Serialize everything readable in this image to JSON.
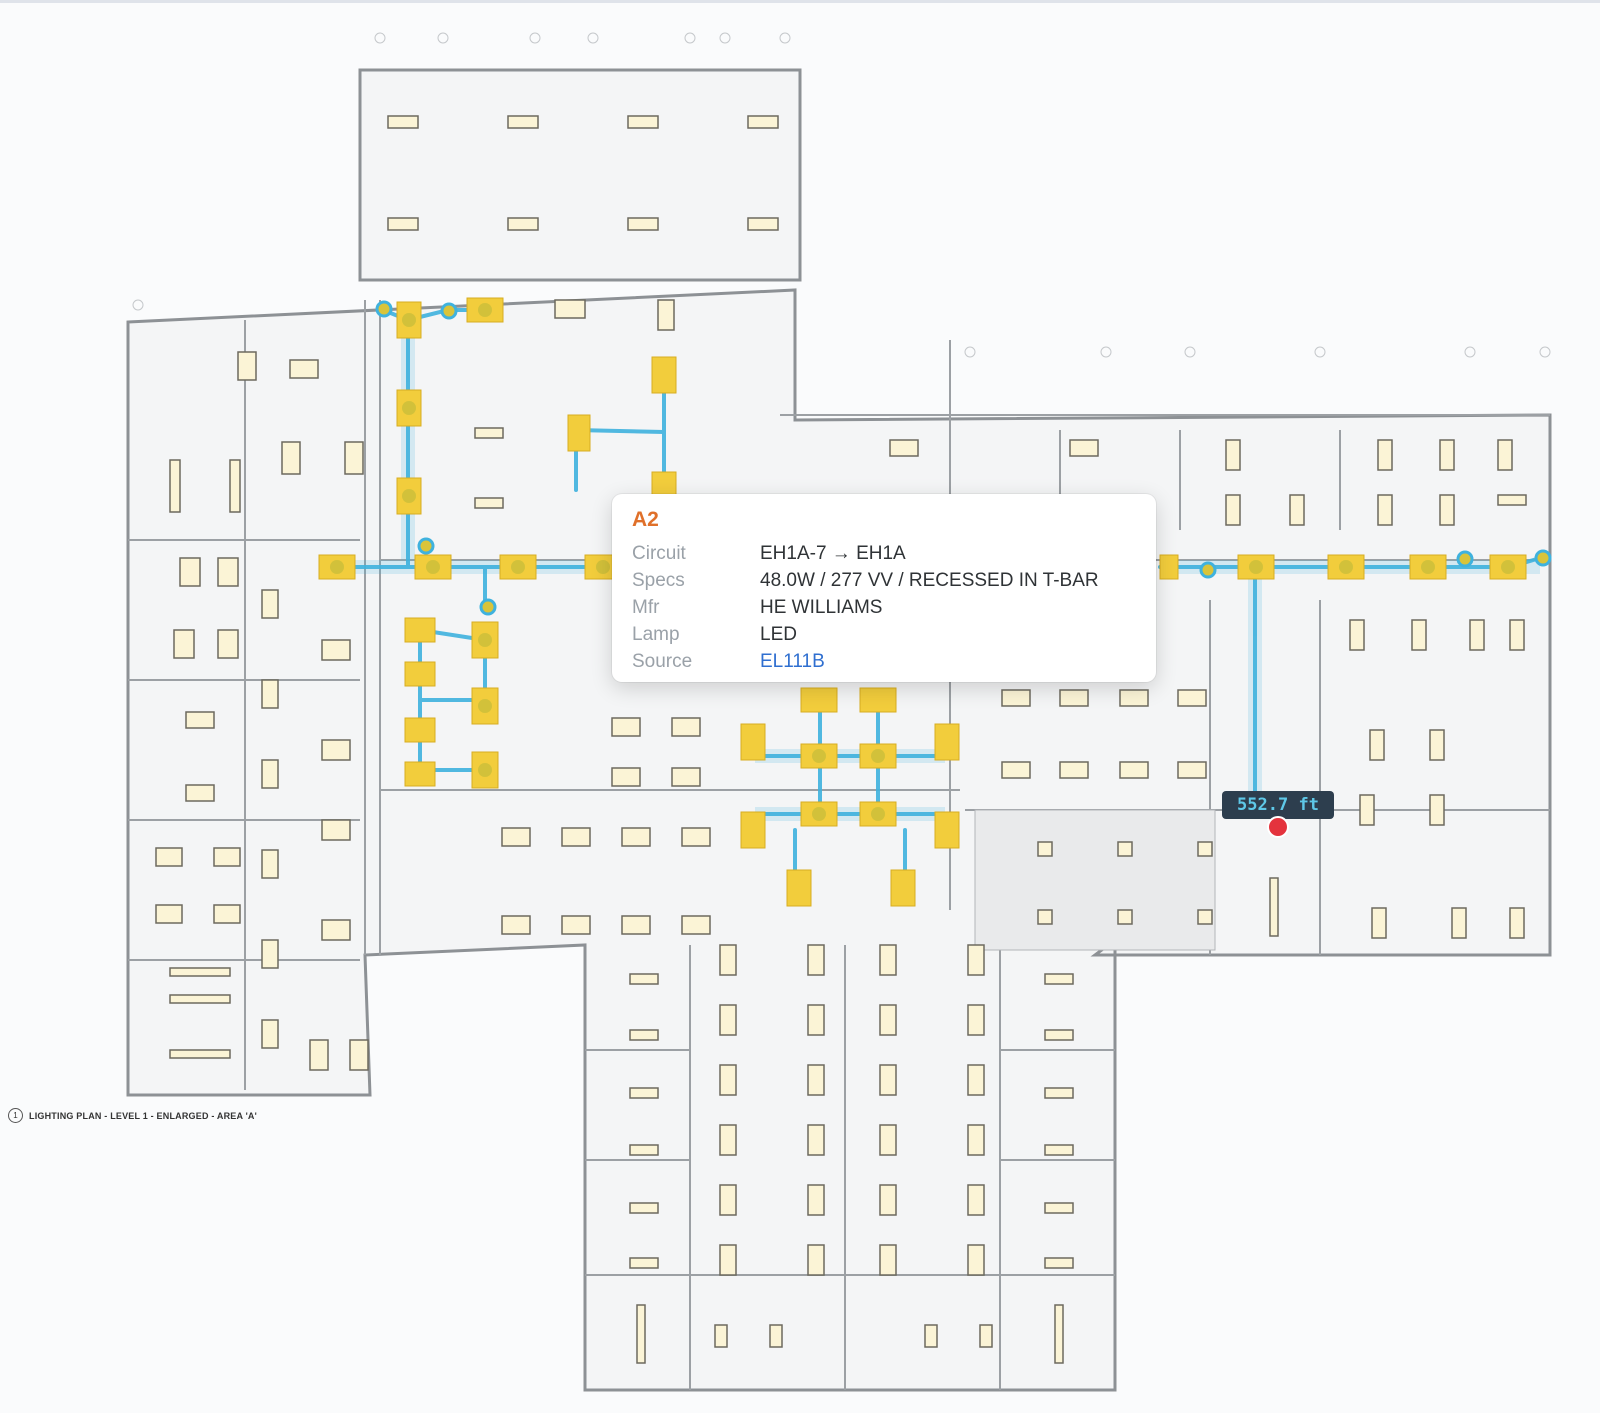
{
  "drawing": {
    "plan_number": "1",
    "plan_title": "LIGHTING PLAN - LEVEL 1 - ENLARGED - AREA 'A'"
  },
  "tooltip": {
    "title": "A2",
    "rows": [
      {
        "label": "Circuit",
        "value": "EH1A-7 → EH1A"
      },
      {
        "label": "Specs",
        "value": "48.0W / 277  VV / RECESSED IN T-BAR"
      },
      {
        "label": "Mfr",
        "value": "HE WILLIAMS"
      },
      {
        "label": "Lamp",
        "value": "LED"
      },
      {
        "label": "Source",
        "value": "EL111B"
      }
    ]
  },
  "measurement": {
    "label": "552.7 ft"
  },
  "colors": {
    "highlight_fixture": "#f2cd3c",
    "circuit_path": "#3fb2de",
    "measure_marker": "#e4333d",
    "title_accent": "#e0702a",
    "source_link": "#2f6fd0"
  }
}
